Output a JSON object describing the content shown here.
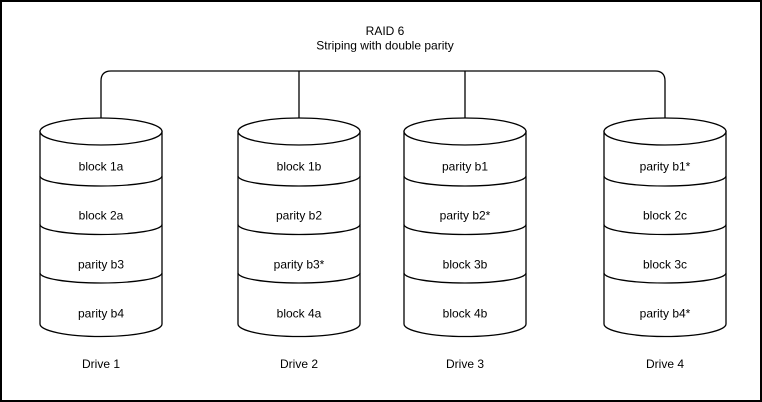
{
  "diagram": {
    "title": "RAID 6",
    "subtitle": "Striping with double parity"
  },
  "drives": [
    {
      "name": "Drive 1",
      "blocks": [
        "block 1a",
        "block 2a",
        "parity b3",
        "parity b4"
      ]
    },
    {
      "name": "Drive 2",
      "blocks": [
        "block 1b",
        "parity b2",
        "parity b3*",
        "block 4a"
      ]
    },
    {
      "name": "Drive 3",
      "blocks": [
        "parity b1",
        "parity b2*",
        "block 3b",
        "block 4b"
      ]
    },
    {
      "name": "Drive 4",
      "blocks": [
        "parity b1*",
        "block 2c",
        "block 3c",
        "parity b4*"
      ]
    }
  ],
  "colors": {
    "stroke": "#000000",
    "background": "#ffffff"
  }
}
